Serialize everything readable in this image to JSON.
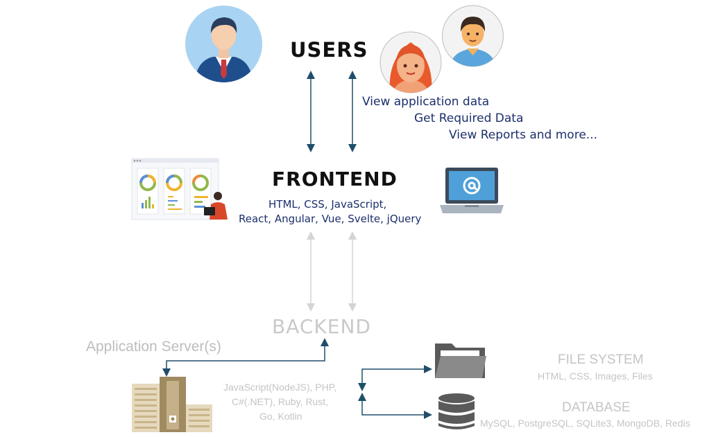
{
  "users": {
    "title": "USERS",
    "actions": [
      "View application data",
      "Get Required Data",
      "View Reports and more..."
    ]
  },
  "frontend": {
    "title": "FRONTEND",
    "tech_line1": "HTML, CSS, JavaScript,",
    "tech_line2": "React, Angular, Vue, Svelte, jQuery"
  },
  "backend": {
    "title": "BACKEND",
    "app_server_label": "Application Server(s)",
    "tech_lines": [
      "JavaScript(NodeJS), PHP,",
      "C#(.NET), Ruby, Rust,",
      "Go, Kotlin"
    ]
  },
  "file_system": {
    "title": "FILE SYSTEM",
    "subtitle": "HTML, CSS, Images, Files"
  },
  "database": {
    "title": "DATABASE",
    "subtitle": "MySQL, PostgreSQL, SQLite3, MongoDB, Redis"
  },
  "colors": {
    "arrow_active": "#1f4e6b",
    "arrow_faded": "#d4d4d4",
    "text_blue": "#1b2f6b",
    "text_faded": "#c4c4c4"
  },
  "icons": {
    "user_man": "businessman-avatar-icon",
    "user_woman": "woman-avatar-icon",
    "user_boy": "man-avatar-icon",
    "dashboard": "dashboard-illustration-icon",
    "laptop": "laptop-email-icon",
    "server": "server-building-icon",
    "folder": "folder-icon",
    "database": "database-icon"
  }
}
